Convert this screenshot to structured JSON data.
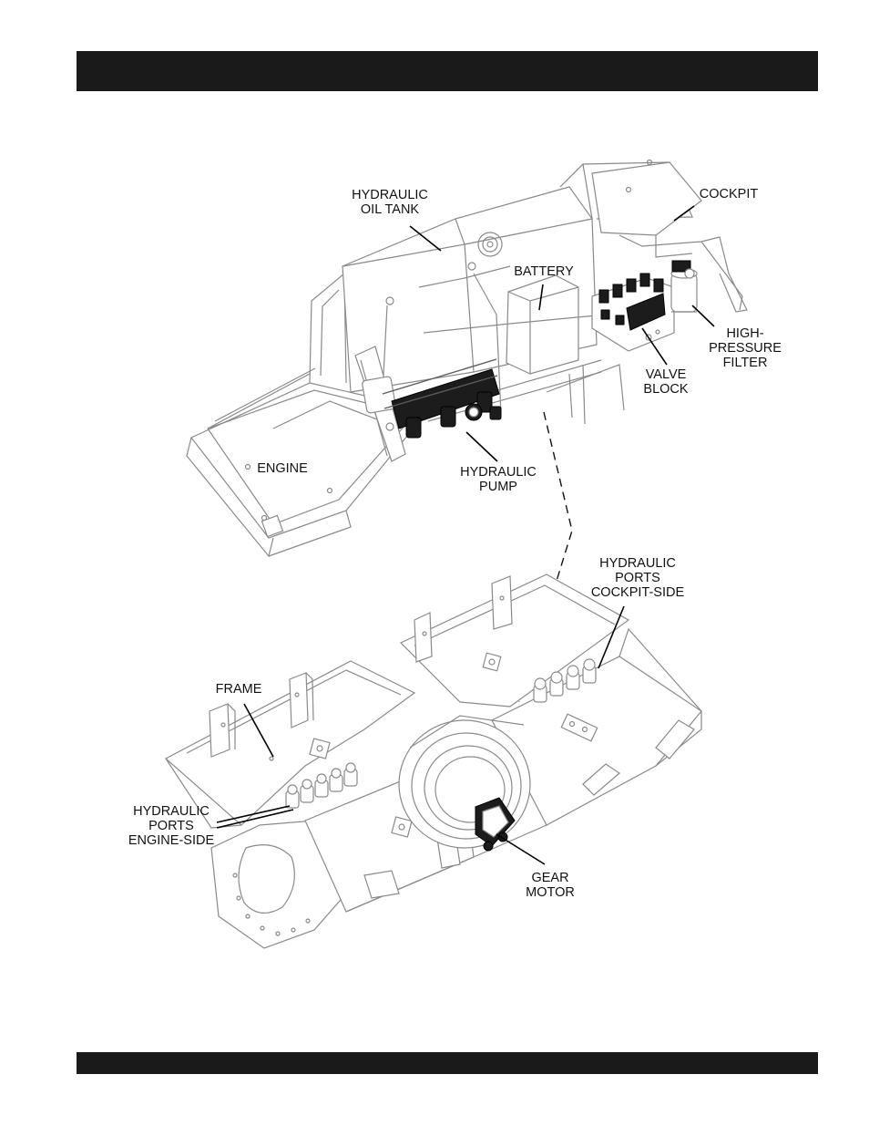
{
  "header": {
    "title": ""
  },
  "footer": {
    "text": ""
  },
  "labels": {
    "hydraulic_oil_tank": [
      "HYDRAULIC",
      "OIL TANK"
    ],
    "cockpit": [
      "COCKPIT"
    ],
    "battery": [
      "BATTERY"
    ],
    "high_pressure_filter": [
      "HIGH-",
      "PRESSURE",
      "FILTER"
    ],
    "valve_block": [
      "VALVE",
      "BLOCK"
    ],
    "engine": [
      "ENGINE"
    ],
    "hydraulic_pump": [
      "HYDRAULIC",
      "PUMP"
    ],
    "hydraulic_ports_cockpit_side": [
      "HYDRAULIC",
      "PORTS",
      "COCKPIT-SIDE"
    ],
    "frame": [
      "FRAME"
    ],
    "hydraulic_ports_engine_side": [
      "HYDRAULIC",
      "PORTS",
      "ENGINE-SIDE"
    ],
    "gear_motor": [
      "GEAR",
      "MOTOR"
    ]
  }
}
